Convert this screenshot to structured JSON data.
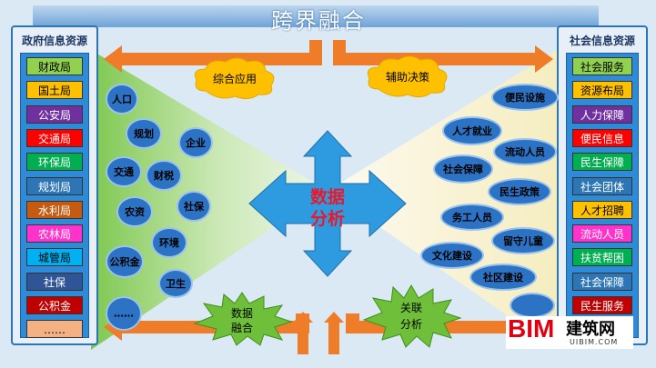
{
  "title": "跨界融合",
  "left_panel": {
    "title": "政府信息资源",
    "items": [
      {
        "label": "财政局",
        "bg": "#92d050",
        "fg": "#000000"
      },
      {
        "label": "国土局",
        "bg": "#ffc000",
        "fg": "#000000"
      },
      {
        "label": "公安局",
        "bg": "#7030a0",
        "fg": "#ffffff"
      },
      {
        "label": "交通局",
        "bg": "#ff0000",
        "fg": "#ffffff"
      },
      {
        "label": "环保局",
        "bg": "#00b050",
        "fg": "#ffffff"
      },
      {
        "label": "规划局",
        "bg": "#2e75b6",
        "fg": "#ffffff"
      },
      {
        "label": "水利局",
        "bg": "#c55a11",
        "fg": "#ffffff"
      },
      {
        "label": "农林局",
        "bg": "#ff33cc",
        "fg": "#ffffff"
      },
      {
        "label": "城管局",
        "bg": "#00b0f0",
        "fg": "#000000"
      },
      {
        "label": "社保",
        "bg": "#2f5597",
        "fg": "#ffffff"
      },
      {
        "label": "公积金",
        "bg": "#c00000",
        "fg": "#ffffff"
      },
      {
        "label": "……",
        "bg": "#f4b183",
        "fg": "#000000"
      }
    ]
  },
  "right_panel": {
    "title": "社会信息资源",
    "items": [
      {
        "label": "社会服务",
        "bg": "#92d050",
        "fg": "#000000"
      },
      {
        "label": "资源布局",
        "bg": "#ffc000",
        "fg": "#000000"
      },
      {
        "label": "人力保障",
        "bg": "#7030a0",
        "fg": "#ffffff"
      },
      {
        "label": "便民信息",
        "bg": "#ff0000",
        "fg": "#ffffff"
      },
      {
        "label": "民生保障",
        "bg": "#00b050",
        "fg": "#ffffff"
      },
      {
        "label": "社会团体",
        "bg": "#2e75b6",
        "fg": "#ffffff"
      },
      {
        "label": "人才招聘",
        "bg": "#ffc000",
        "fg": "#000000"
      },
      {
        "label": "流动人员",
        "bg": "#ff33cc",
        "fg": "#ffffff"
      },
      {
        "label": "扶贫帮困",
        "bg": "#00b050",
        "fg": "#ffffff"
      },
      {
        "label": "社会保障",
        "bg": "#2e75b6",
        "fg": "#ffffff"
      },
      {
        "label": "民生服务",
        "bg": "#c00000",
        "fg": "#ffffff"
      }
    ]
  },
  "left_bubbles": [
    "人口",
    "规划",
    "企业",
    "交通",
    "财税",
    "农资",
    "社保",
    "环境",
    "公积金",
    "卫生",
    "……"
  ],
  "right_bubbles": [
    "便民设施",
    "人才就业",
    "流动人员",
    "社会保障",
    "民生政策",
    "务工人员",
    "留守儿童",
    "文化建设",
    "社区建设",
    ""
  ],
  "center_label_1": "数据",
  "center_label_2": "分析",
  "top_left_cloud": "综合应用",
  "top_right_cloud": "辅助决策",
  "bottom_left_burst_1": "数据",
  "bottom_left_burst_2": "融合",
  "bottom_right_burst_1": "关联",
  "bottom_right_burst_2": "分析",
  "watermark_bim": "BIM",
  "watermark_cn": "建筑网",
  "watermark_url": "UIBIM.COM"
}
